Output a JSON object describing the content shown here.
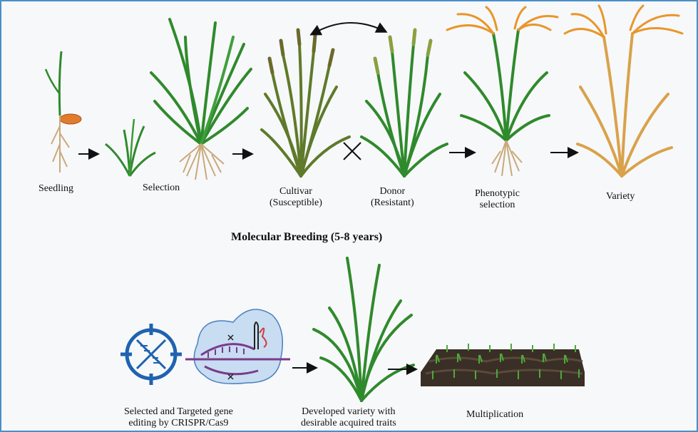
{
  "top_row": {
    "seedling": "Seedling",
    "selection": "Selection",
    "cultivar_line1": "Cultivar",
    "cultivar_line2": "(Susceptible)",
    "donor_line1": "Donor",
    "donor_line2": "(Resistant)",
    "phenotypic_line1": "Phenotypic",
    "phenotypic_line2": "selection",
    "variety": "Variety"
  },
  "section_title": "Molecular Breeding (5-8 years)",
  "bottom_row": {
    "crispr_line1": "Selected and Targeted gene",
    "crispr_line2": "editing by CRISPR/Cas9",
    "developed_line1": "Developed variety with",
    "developed_line2": "desirable acquired traits",
    "multiplication": "Multiplication"
  },
  "colors": {
    "frame_border": "#4a8fc6",
    "leaf_green": "#2f8a2c",
    "cultivar_green": "#5f7a2a",
    "panicle_orange": "#e8962a",
    "dry_gold": "#d9a24a",
    "dna_blue": "#1f63b0",
    "cell_blue": "#c8dcf2"
  }
}
